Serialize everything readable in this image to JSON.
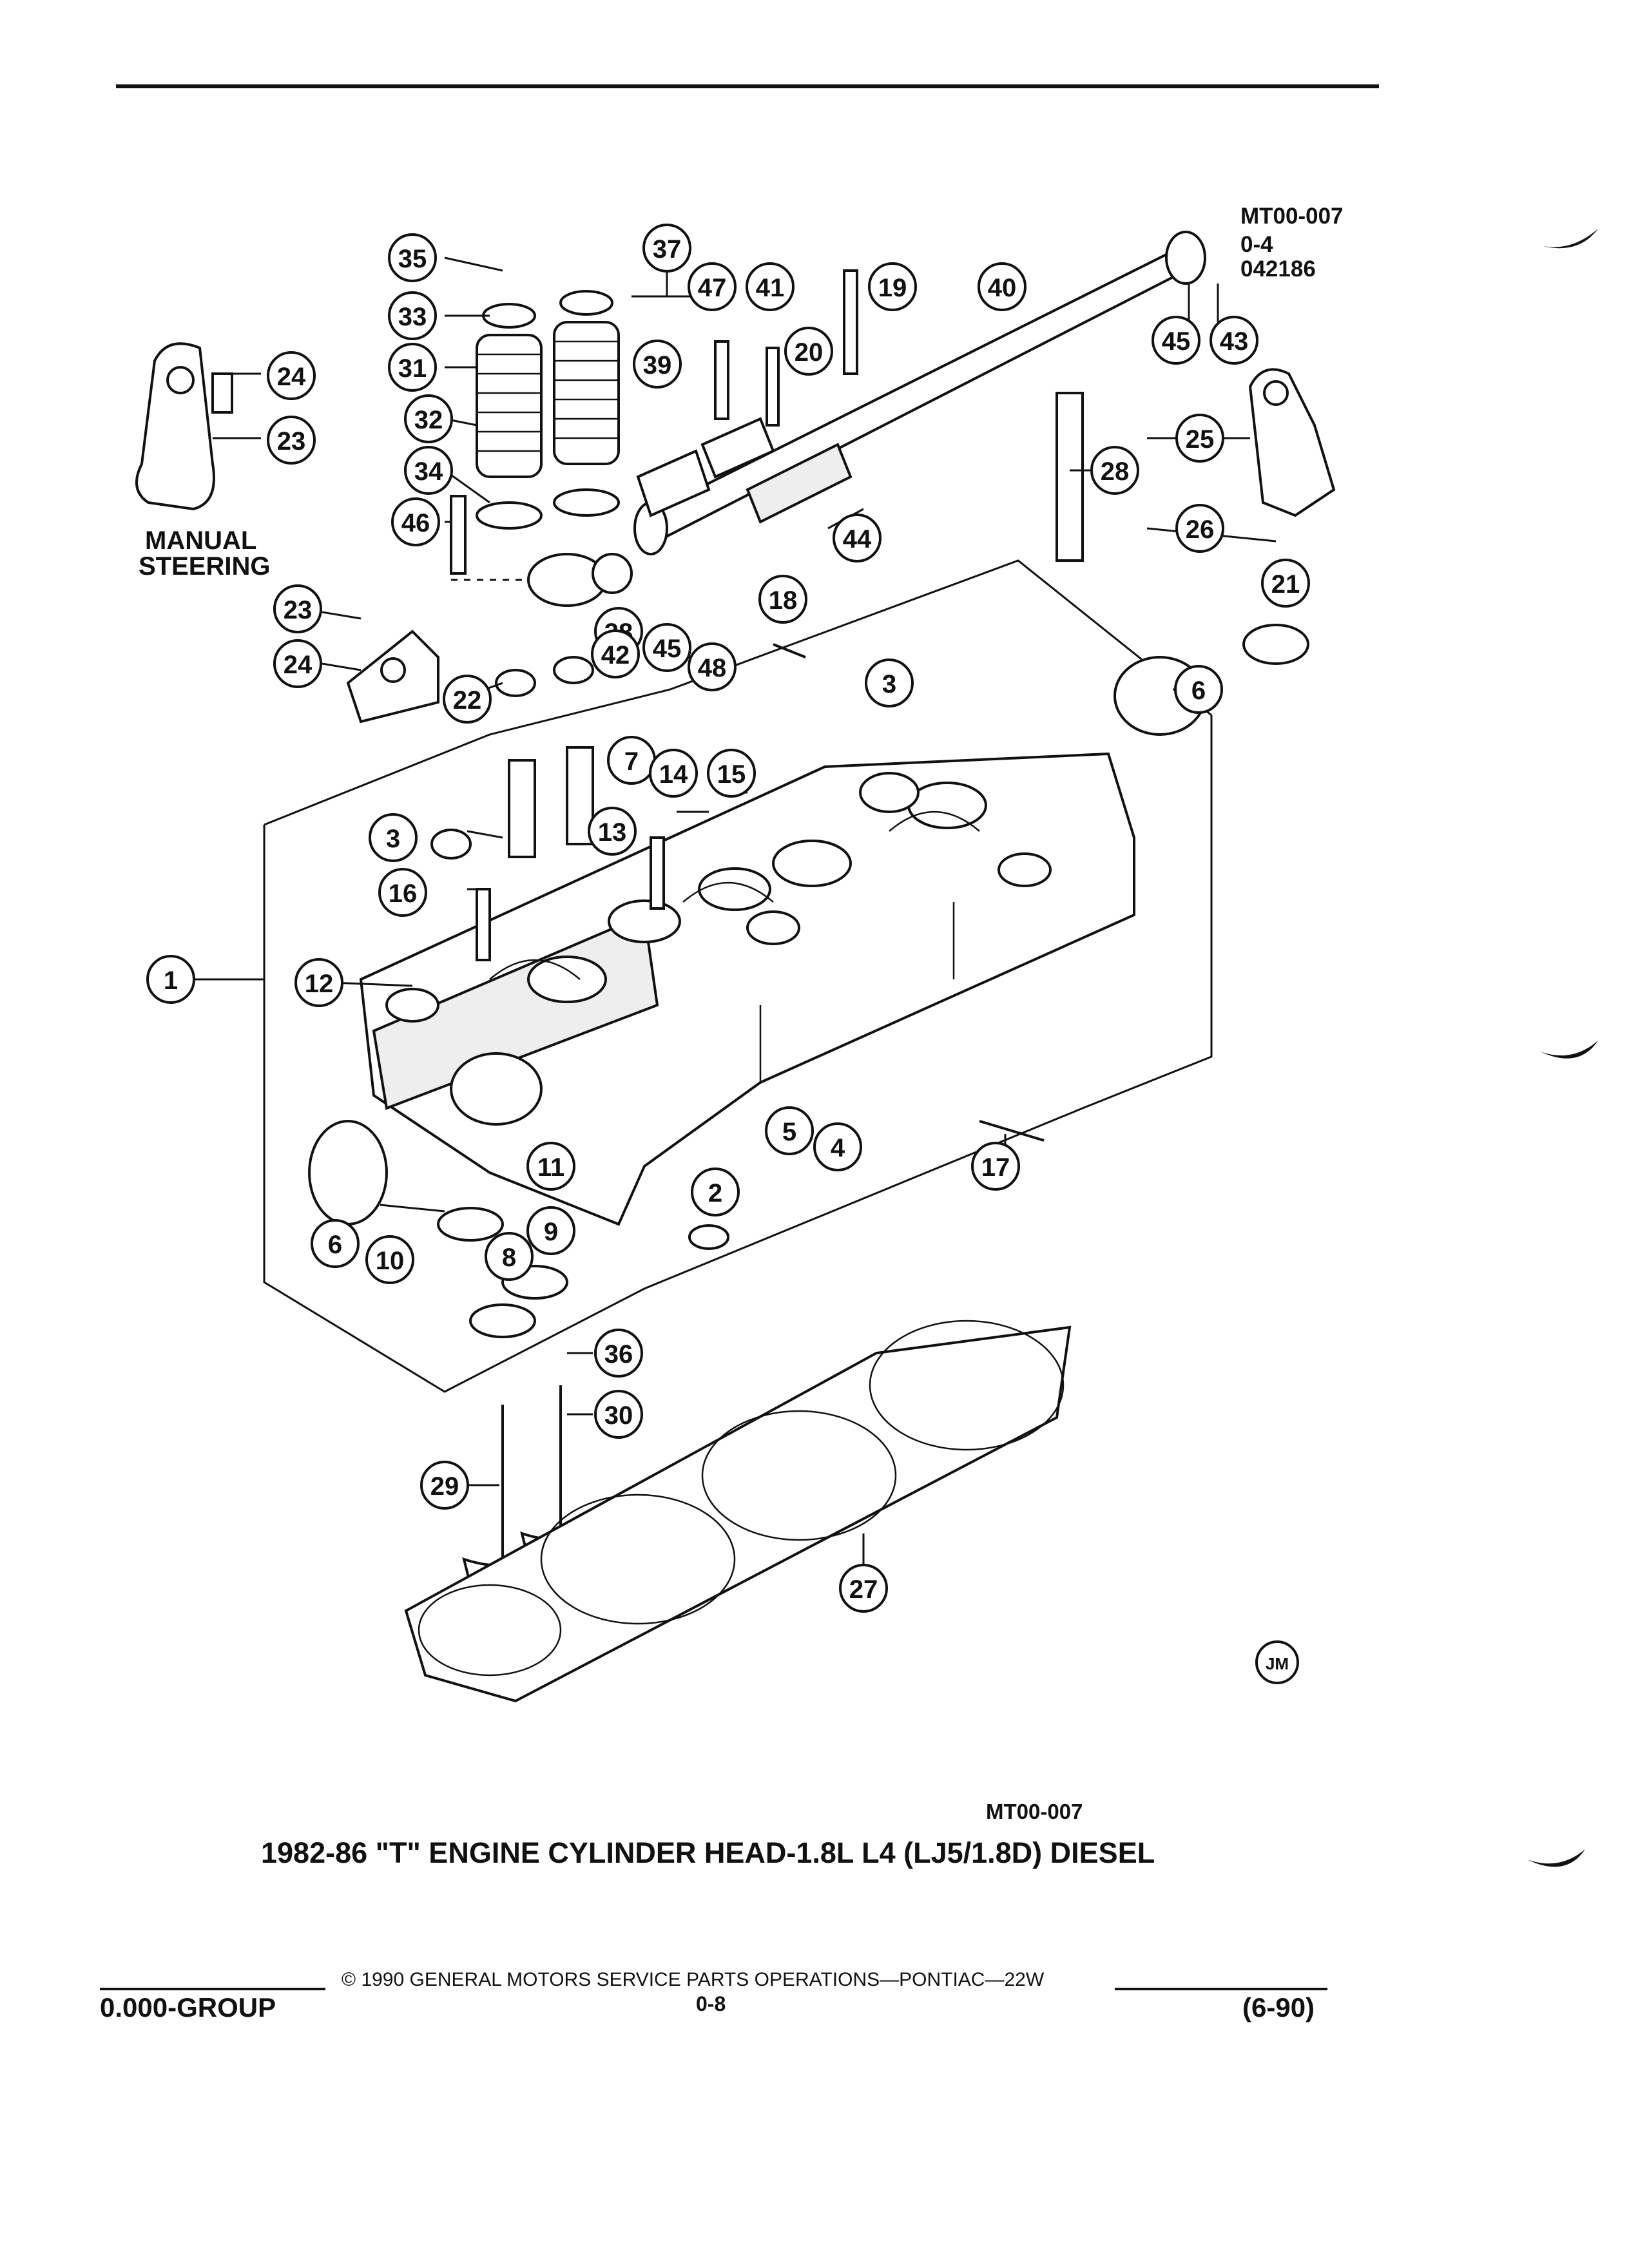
{
  "header": {
    "drawing_code": "MT00-007",
    "drawing_sub": "0-4",
    "drawing_date": "042186"
  },
  "side_label": {
    "line1": "MANUAL",
    "line2": "STEERING"
  },
  "callouts": [
    "1",
    "2",
    "3",
    "3",
    "4",
    "5",
    "6",
    "6",
    "7",
    "8",
    "9",
    "10",
    "11",
    "12",
    "13",
    "14",
    "15",
    "16",
    "17",
    "18",
    "19",
    "20",
    "21",
    "22",
    "23",
    "23",
    "24",
    "24",
    "25",
    "26",
    "27",
    "28",
    "29",
    "30",
    "31",
    "32",
    "33",
    "34",
    "35",
    "36",
    "37",
    "38",
    "39",
    "40",
    "41",
    "42",
    "43",
    "44",
    "45",
    "45",
    "46",
    "47",
    "48"
  ],
  "artist_mark": "JM",
  "caption": {
    "code": "MT00-007",
    "title": "1982-86 \"T\" ENGINE CYLINDER HEAD-1.8L L4 (LJ5/1.8D) DIESEL"
  },
  "footer": {
    "group": "0.000-GROUP",
    "copyright": "© 1990 GENERAL MOTORS SERVICE PARTS OPERATIONS—PONTIAC—22W",
    "page": "0-8",
    "revision": "(6-90)"
  }
}
